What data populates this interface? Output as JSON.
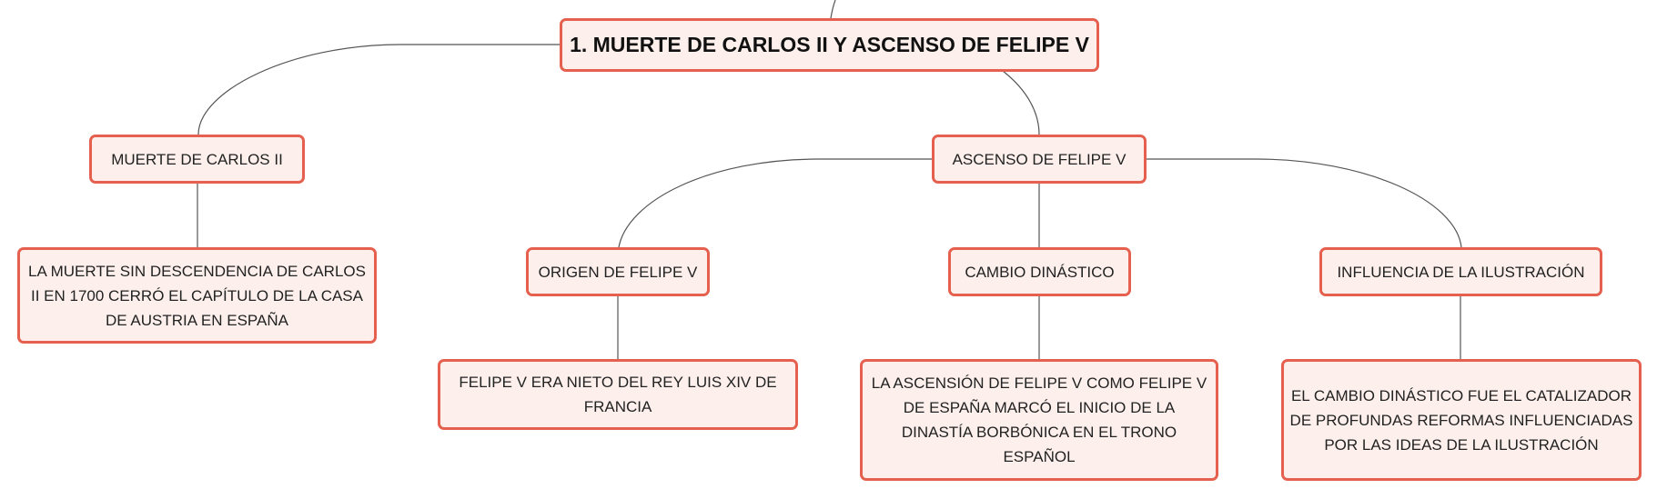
{
  "colors": {
    "node_border": "#e5604e",
    "node_fill": "#fdf0ec",
    "connector": "#555555"
  },
  "root": {
    "label": "1. MUERTE DE CARLOS II Y ASCENSO DE FELIPE V"
  },
  "branches": {
    "death": {
      "label": "MUERTE DE CARLOS II",
      "detail": "LA MUERTE SIN DESCENDENCIA DE CARLOS II EN 1700 CERRÓ EL CAPÍTULO DE LA CASA DE AUSTRIA EN ESPAÑA"
    },
    "ascent": {
      "label": "ASCENSO DE FELIPE V",
      "children": {
        "origin": {
          "label": "ORIGEN DE FELIPE V",
          "detail": "FELIPE V ERA NIETO DEL REY LUIS XIV DE FRANCIA"
        },
        "dynastic_change": {
          "label": "CAMBIO DINÁSTICO",
          "detail": "LA ASCENSIÓN DE FELIPE V COMO FELIPE V DE ESPAÑA MARCÓ EL INICIO DE LA DINASTÍA BORBÓNICA EN EL TRONO ESPAÑOL"
        },
        "enlightenment": {
          "label": "INFLUENCIA DE LA ILUSTRACIÓN",
          "detail": "EL CAMBIO DINÁSTICO FUE EL CATALIZADOR DE PROFUNDAS REFORMAS INFLUENCIADAS POR LAS IDEAS DE LA ILUSTRACIÓN"
        }
      }
    }
  }
}
